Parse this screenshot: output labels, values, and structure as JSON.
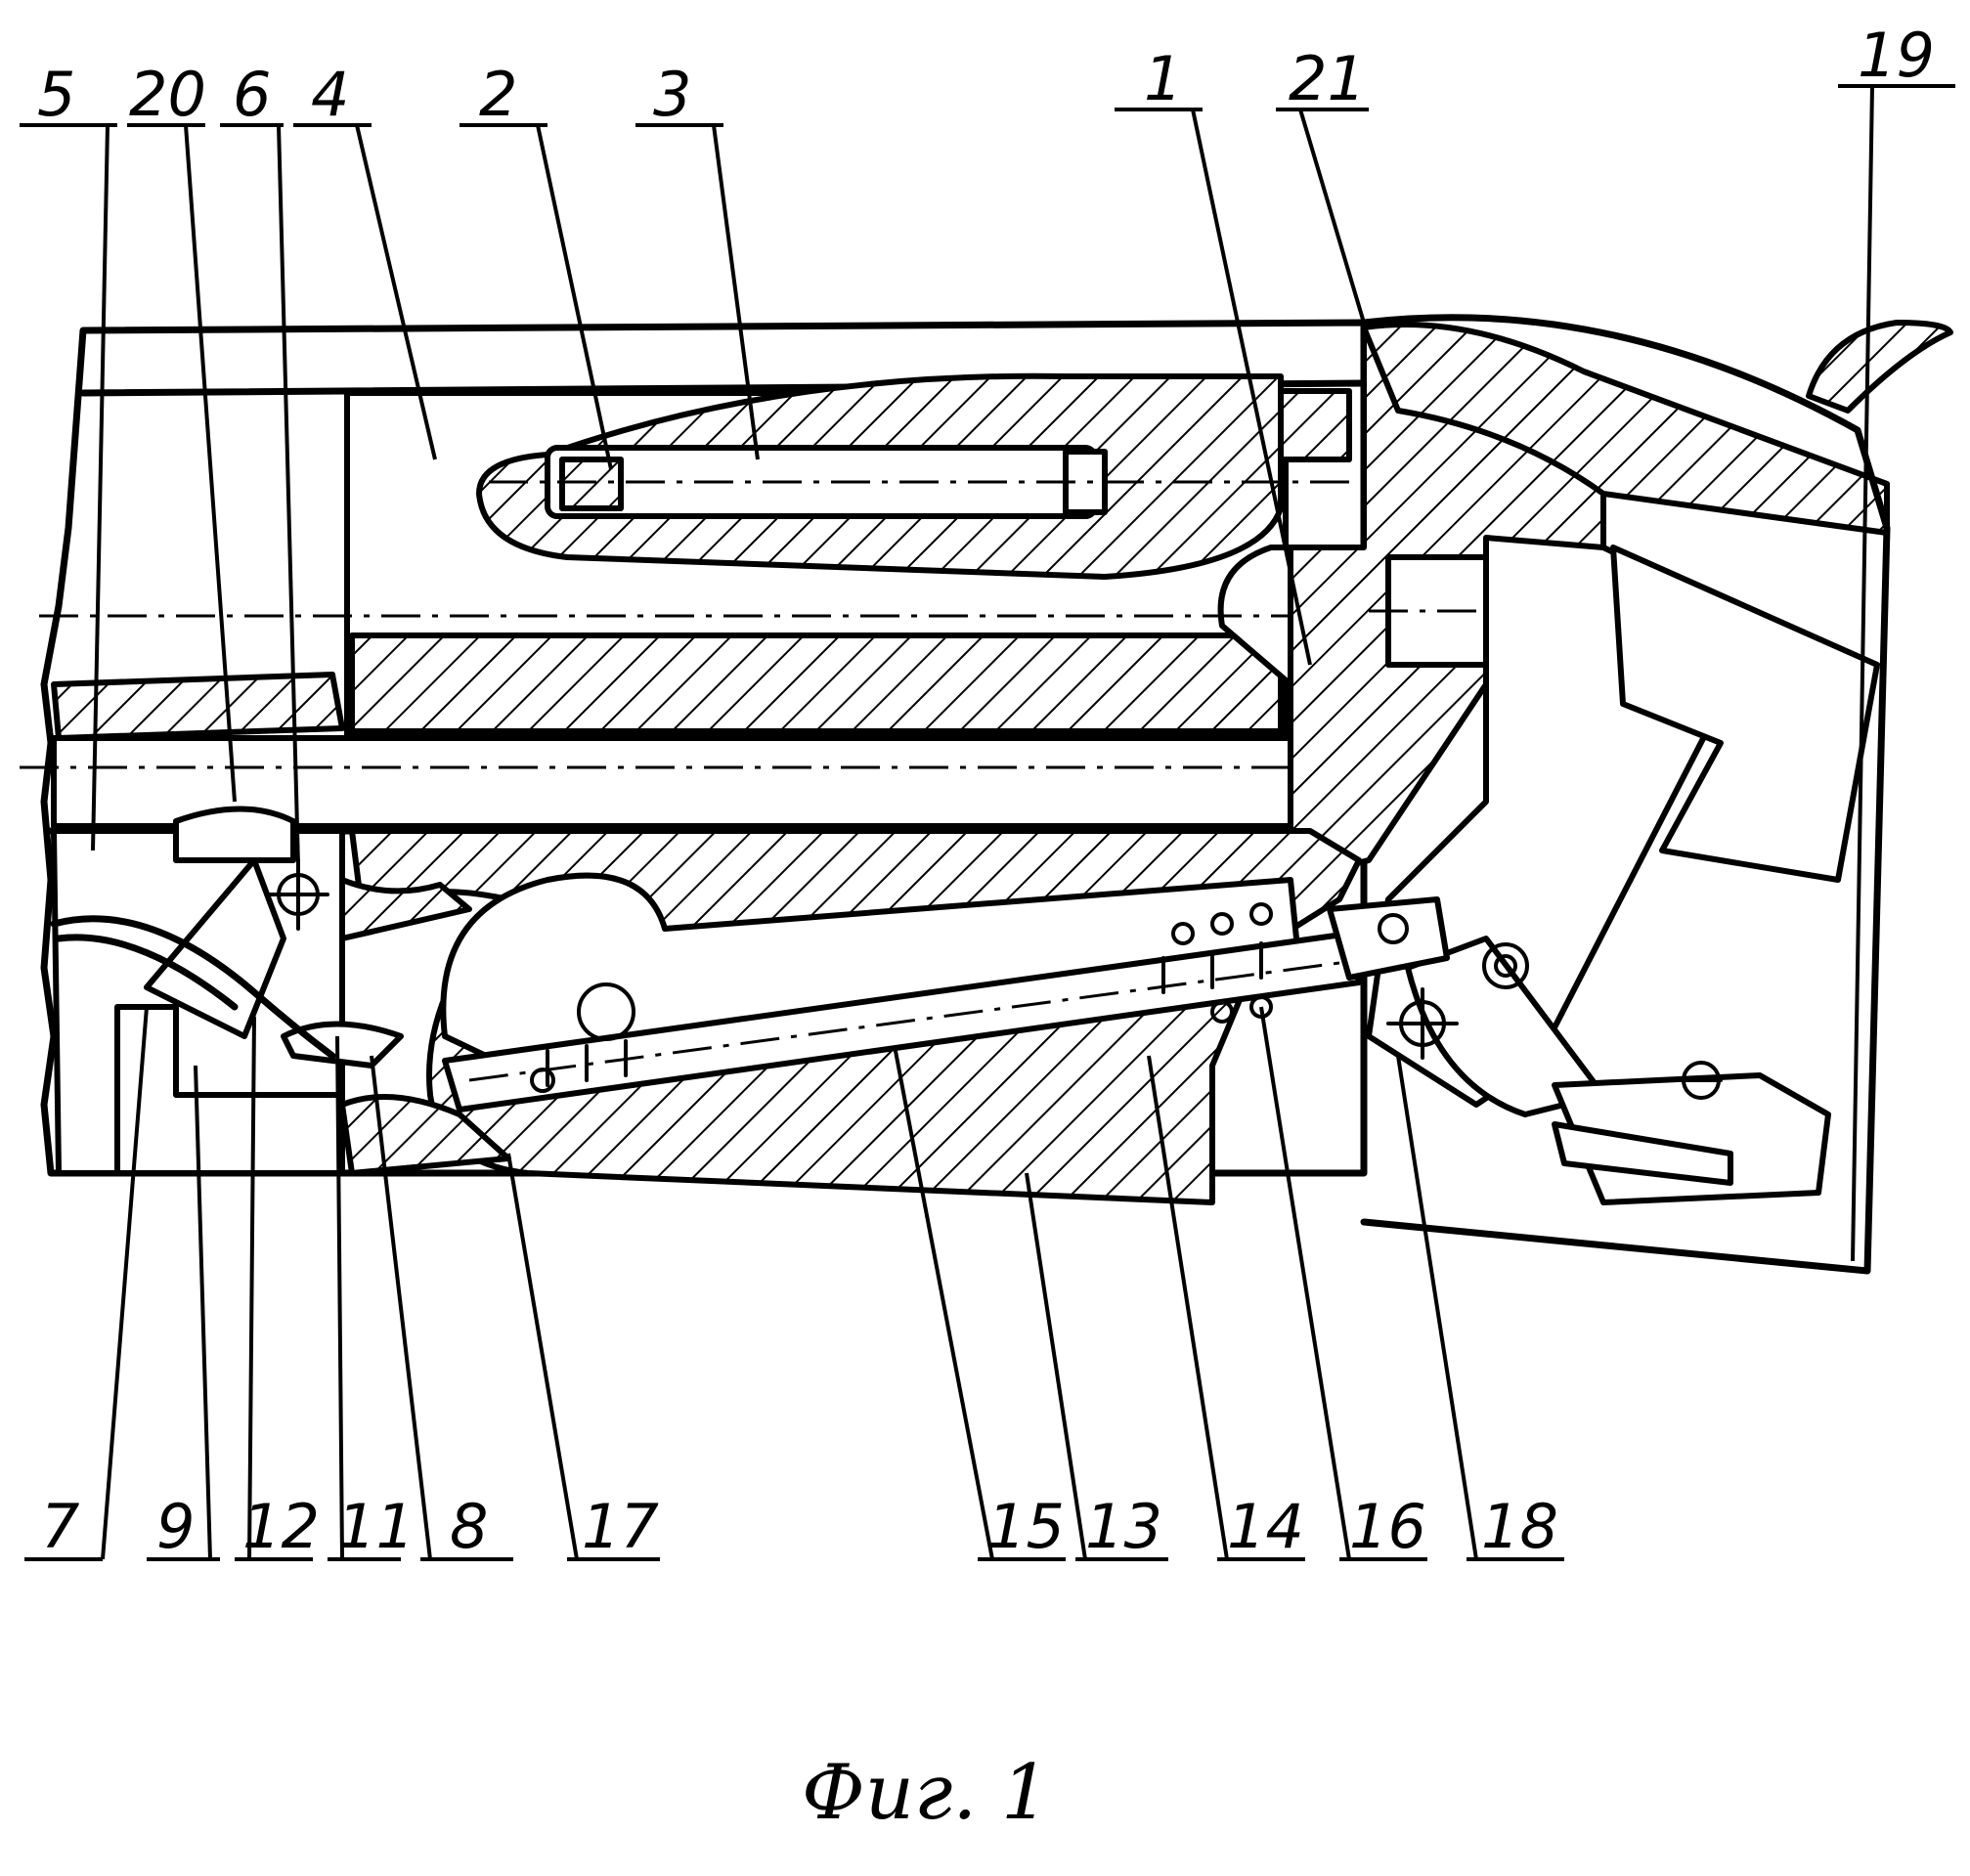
{
  "figure": {
    "caption": "Фиг. 1",
    "reference_numerals": {
      "top": [
        "5",
        "20",
        "6",
        "4",
        "2",
        "3",
        "1",
        "21",
        "19"
      ],
      "bottom": [
        "7",
        "9",
        "12",
        "11",
        "8",
        "17",
        "15",
        "13",
        "14",
        "16",
        "18"
      ]
    }
  }
}
